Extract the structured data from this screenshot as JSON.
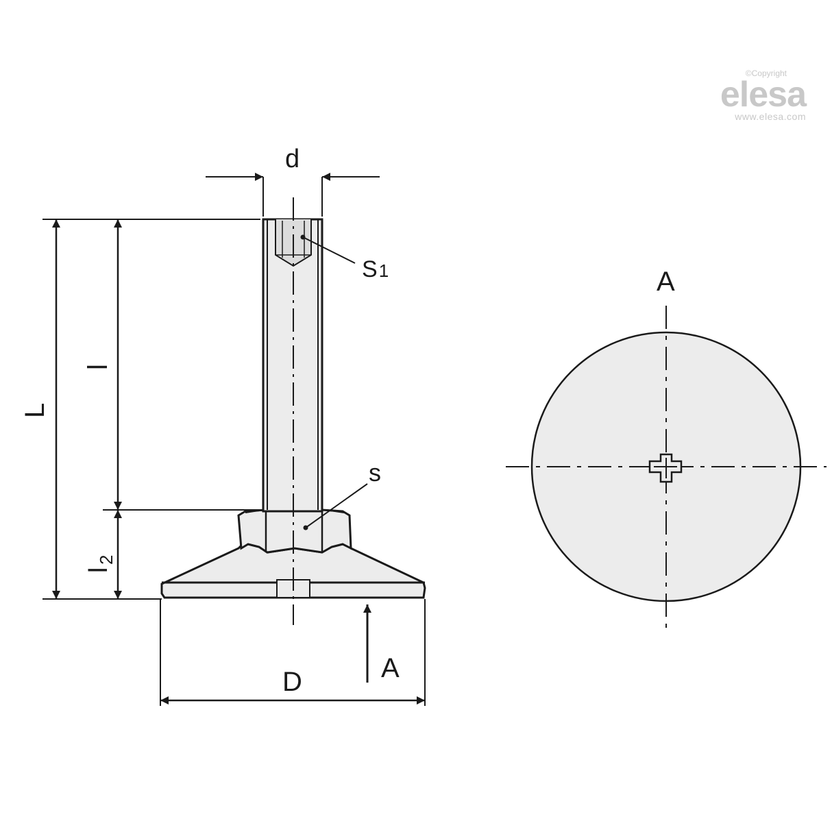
{
  "watermark": {
    "copyright": "©Copyright",
    "brand": "elesa",
    "url": "www.elesa.com",
    "color": "#c8c8c8"
  },
  "drawing": {
    "title": "Levelling element technical drawing",
    "fill_color": "#ececec",
    "line_color": "#1a1a1a",
    "side_view": {
      "labels": {
        "thread_diameter": "d",
        "total_length": "L",
        "stem_length": "l",
        "base_height": "l",
        "base_height_sub": "2",
        "base_diameter": "D",
        "socket_key": "S",
        "socket_key_sub": "1",
        "hex_key": "s",
        "view_arrow": "A"
      }
    },
    "bottom_view": {
      "title": "A"
    }
  }
}
